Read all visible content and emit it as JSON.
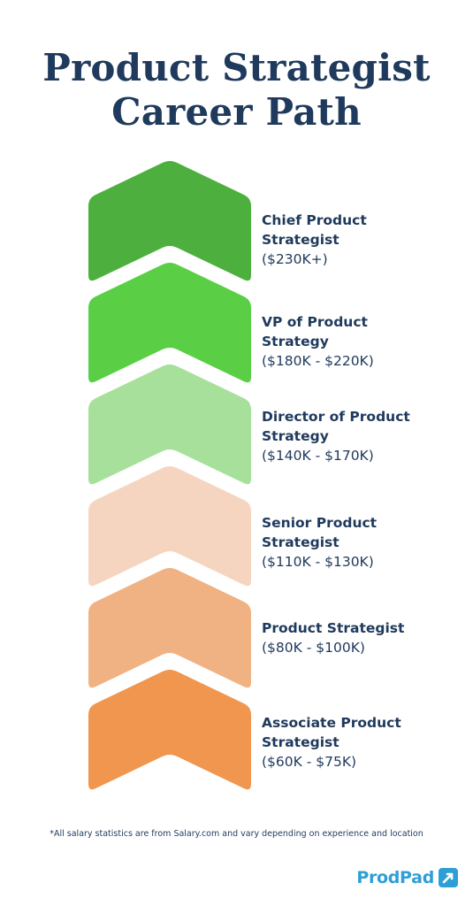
{
  "title": {
    "line1": "Product Strategist",
    "line2": "Career Path"
  },
  "levels": [
    {
      "name_line1": "Chief Product",
      "name_line2": "Strategist",
      "salary": "($230K+)",
      "color": "#4db03e"
    },
    {
      "name_line1": "VP of Product",
      "name_line2": "Strategy",
      "salary": "($180K - $220K)",
      "color": "#5acf46"
    },
    {
      "name_line1": "Director of Product",
      "name_line2": "Strategy",
      "salary": "($140K - $170K)",
      "color": "#a6e09a"
    },
    {
      "name_line1": "Senior Product",
      "name_line2": "Strategist",
      "salary": "($110K - $130K)",
      "color": "#f5d5c0"
    },
    {
      "name_line1": "Product Strategist",
      "name_line2": "",
      "salary": "($80K - $100K)",
      "color": "#f0b283"
    },
    {
      "name_line1": "Associate Product",
      "name_line2": "Strategist",
      "salary": "($60K - $75K)",
      "color": "#f0964e"
    }
  ],
  "footnote": "*All salary statistics are from Salary.com and vary depending on experience and location",
  "brand": {
    "name": "ProdPad",
    "color": "#2e9fd6",
    "logo_icon": "prodpad-logo-icon"
  }
}
